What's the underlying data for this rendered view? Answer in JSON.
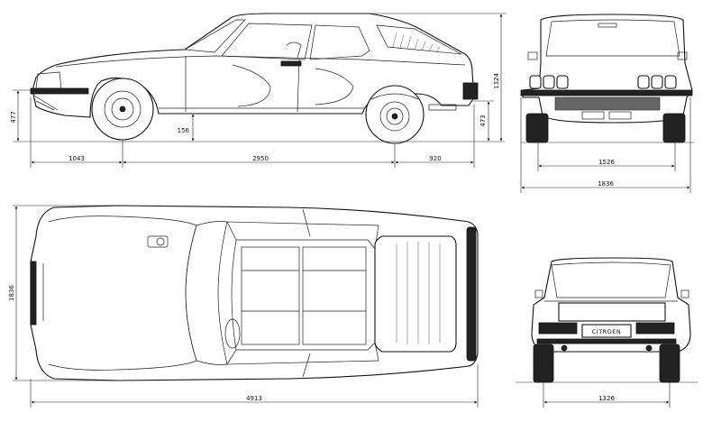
{
  "dimensions": {
    "side_height": "1324",
    "side_front_height": "477",
    "side_ground_clearance": "156",
    "side_rear_height": "473",
    "front_overhang": "1043",
    "wheelbase": "2950",
    "rear_overhang": "920",
    "front_track": "1526",
    "front_overall_width": "1836",
    "top_width": "1836",
    "overall_length": "4913",
    "rear_track": "1326"
  },
  "badges": {
    "rear_badge": "CITROEN"
  }
}
